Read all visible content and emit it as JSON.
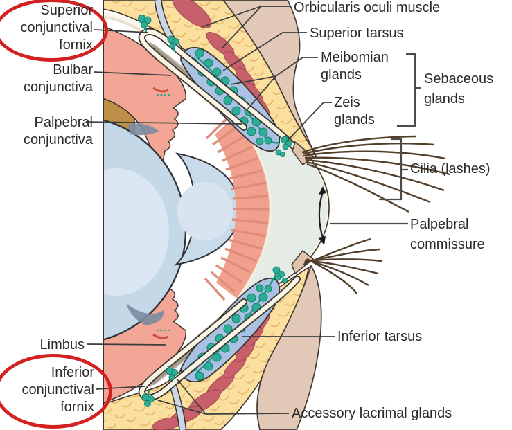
{
  "figure": {
    "type": "anatomical-diagram",
    "subject": "Sagittal section of the eyelids, conjunctiva and anterior eye"
  },
  "colors": {
    "highlight_red": "#d32121",
    "skin": "#e2c8b6",
    "fat_yellow": "#fbdf9e",
    "muscle_red": "#c7606a",
    "tarsus_blue": "#abc1e4",
    "gland_teal": "#2bae95",
    "sclera_gold": "#bd8f47",
    "iris_salmon": "#f1a08d",
    "eye_blue": "#c5d8e8",
    "label_text": "#2b2a28",
    "leader_line": "#3c3c3c"
  },
  "labels": {
    "superior_conjunctival_fornix": {
      "lines": [
        "Superior",
        "conjunctival",
        "fornix"
      ],
      "highlighted": true
    },
    "bulbar_conjunctiva": {
      "lines": [
        "Bulbar",
        "conjunctiva"
      ],
      "highlighted": false
    },
    "palpebral_conjunctiva": {
      "lines": [
        "Palpebral",
        "conjunctiva"
      ],
      "highlighted": false
    },
    "limbus": {
      "lines": [
        "Limbus"
      ],
      "highlighted": false
    },
    "inferior_conjunctival_fornix": {
      "lines": [
        "Inferior",
        "conjunctival",
        "fornix"
      ],
      "highlighted": true
    },
    "orbicularis_oculi_muscle": {
      "lines": [
        "Orbicularis oculi muscle"
      ],
      "highlighted": false
    },
    "superior_tarsus": {
      "lines": [
        "Superior tarsus"
      ],
      "highlighted": false
    },
    "meibomian_glands": {
      "lines": [
        "Meibomian",
        "glands"
      ],
      "highlighted": false
    },
    "zeis_glands": {
      "lines": [
        "Zeis",
        "glands"
      ],
      "highlighted": false
    },
    "sebaceous_glands": {
      "lines": [
        "Sebaceous",
        "glands"
      ],
      "highlighted": false
    },
    "cilia": {
      "lines": [
        "Cilia (lashes)"
      ],
      "highlighted": false
    },
    "palpebral_commissure": {
      "lines": [
        "Palpebral",
        "commissure"
      ],
      "highlighted": false
    },
    "inferior_tarsus": {
      "lines": [
        "Inferior tarsus"
      ],
      "highlighted": false
    },
    "accessory_lacrimal_glands": {
      "lines": [
        "Accessory lacrimal glands"
      ],
      "highlighted": false
    }
  }
}
